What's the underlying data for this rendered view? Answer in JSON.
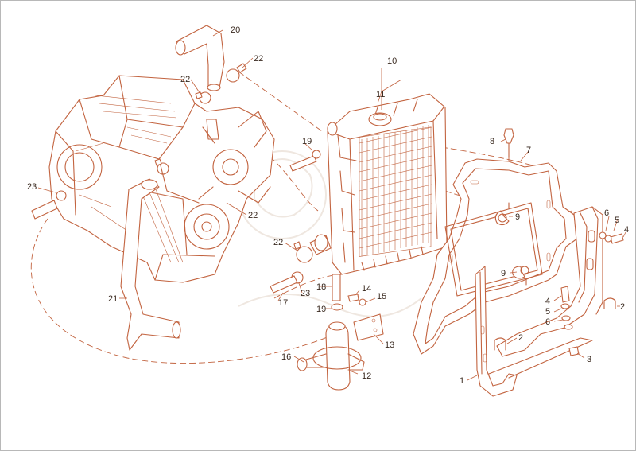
{
  "diagram": {
    "callouts": {
      "c1": "1",
      "c2a": "2",
      "c2b": "2",
      "c3": "3",
      "c4a": "4",
      "c4b": "4",
      "c5a": "5",
      "c5b": "5",
      "c6a": "6",
      "c6b": "6",
      "c7": "7",
      "c8": "8",
      "c9a": "9",
      "c9b": "9",
      "c10": "10",
      "c11": "11",
      "c12": "12",
      "c13": "13",
      "c14": "14",
      "c15": "15",
      "c16": "16",
      "c17": "17",
      "c18": "18",
      "c19a": "19",
      "c19b": "19",
      "c20": "20",
      "c21": "21",
      "c22a": "22",
      "c22b": "22",
      "c22c": "22",
      "c22d": "22",
      "c23a": "23",
      "c23b": "23"
    },
    "colors": {
      "line": "#c2633f",
      "text": "#3a2a20",
      "border": "#b8b8b8"
    }
  }
}
